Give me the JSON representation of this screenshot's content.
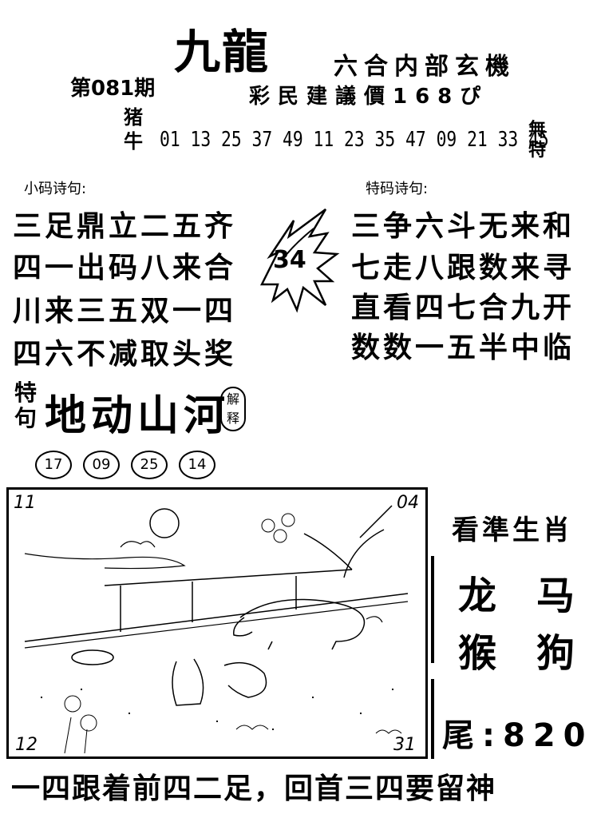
{
  "header": {
    "brand": "九龍",
    "subtitle": "六合内部玄機",
    "issue": "第081期",
    "price": "彩民建議價168ぴ"
  },
  "zodiac_row": {
    "label": "猪牛",
    "numbers": "01 13 25 37 49 11 23 35 47 09 21 33 45",
    "note": "無特"
  },
  "small_poem": {
    "title": "小码诗句:",
    "lines": [
      "三足鼎立二五齐",
      "四一出码八来合",
      "川来三五双一四",
      "四六不减取头奖"
    ]
  },
  "special_poem": {
    "title": "特码诗句:",
    "lines": [
      "三争六斗无来和",
      "七走八跟数来寻",
      "直看四七合九开",
      "数数一五半中临"
    ]
  },
  "emblem_number": "34",
  "tejv": {
    "label": "特句",
    "text": "地动山河",
    "badge": "解释",
    "numbers": [
      "17",
      "09",
      "25",
      "14"
    ]
  },
  "scene": {
    "corners": {
      "tl": "11",
      "tr": "04",
      "bl": "12",
      "br": "31"
    }
  },
  "right_panel": {
    "title": "看準生肖",
    "row1": "龙马",
    "row2": "猴狗",
    "tail": "尾:820"
  },
  "bottom_line": "一四跟着前四二足，回首三四要留神",
  "colors": {
    "ink": "#000000",
    "paper": "#ffffff"
  }
}
